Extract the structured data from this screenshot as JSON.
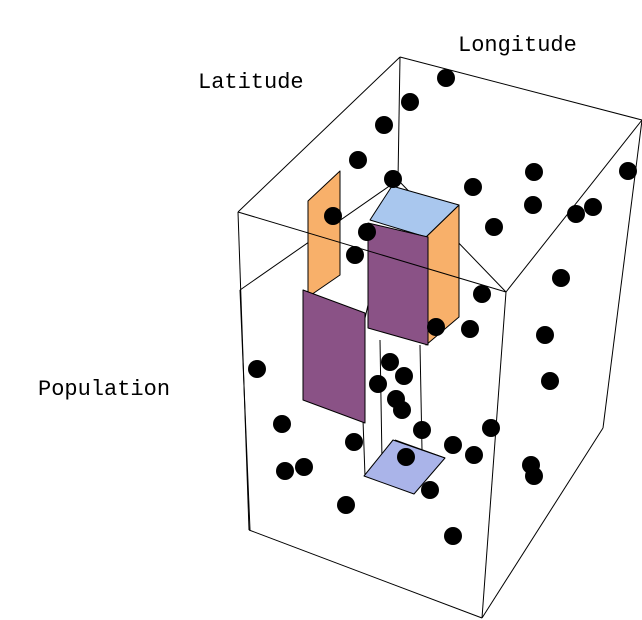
{
  "chart_data": {
    "type": "scatter",
    "axes": {
      "x_label": "Latitude",
      "y_label": "Longitude",
      "z_label": "Population"
    },
    "grid": false,
    "colors": {
      "points": "#000000",
      "box": "#000000",
      "facet_orange": "#F8B06A",
      "facet_purple": "#8A5286",
      "facet_blue": "#A9C7EE",
      "facet_lavender": "#AAB4E9"
    }
  }
}
